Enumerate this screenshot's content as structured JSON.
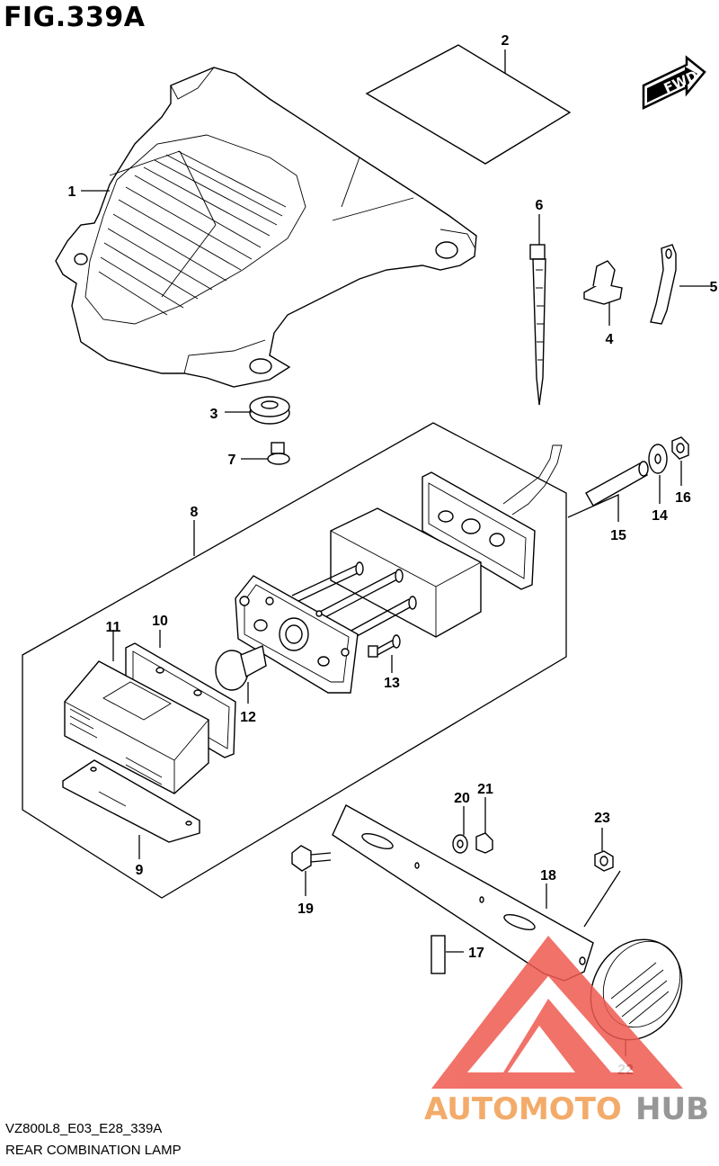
{
  "figure": {
    "title": "FIG.339A",
    "model_code": "VZ800L8_E03_E28_339A",
    "caption": "REAR COMBINATION LAMP",
    "fwd_label": "FWD"
  },
  "callouts": [
    "1",
    "2",
    "3",
    "4",
    "5",
    "6",
    "7",
    "8",
    "9",
    "10",
    "11",
    "12",
    "13",
    "14",
    "15",
    "16",
    "17",
    "18",
    "19",
    "20",
    "21",
    "22",
    "23"
  ],
  "watermark": {
    "part1": "AUTOMOTO",
    "part2": "HUB",
    "color1": "#f2a25a",
    "color2": "#8c8c8c",
    "logo_color": "#ee5a50"
  }
}
